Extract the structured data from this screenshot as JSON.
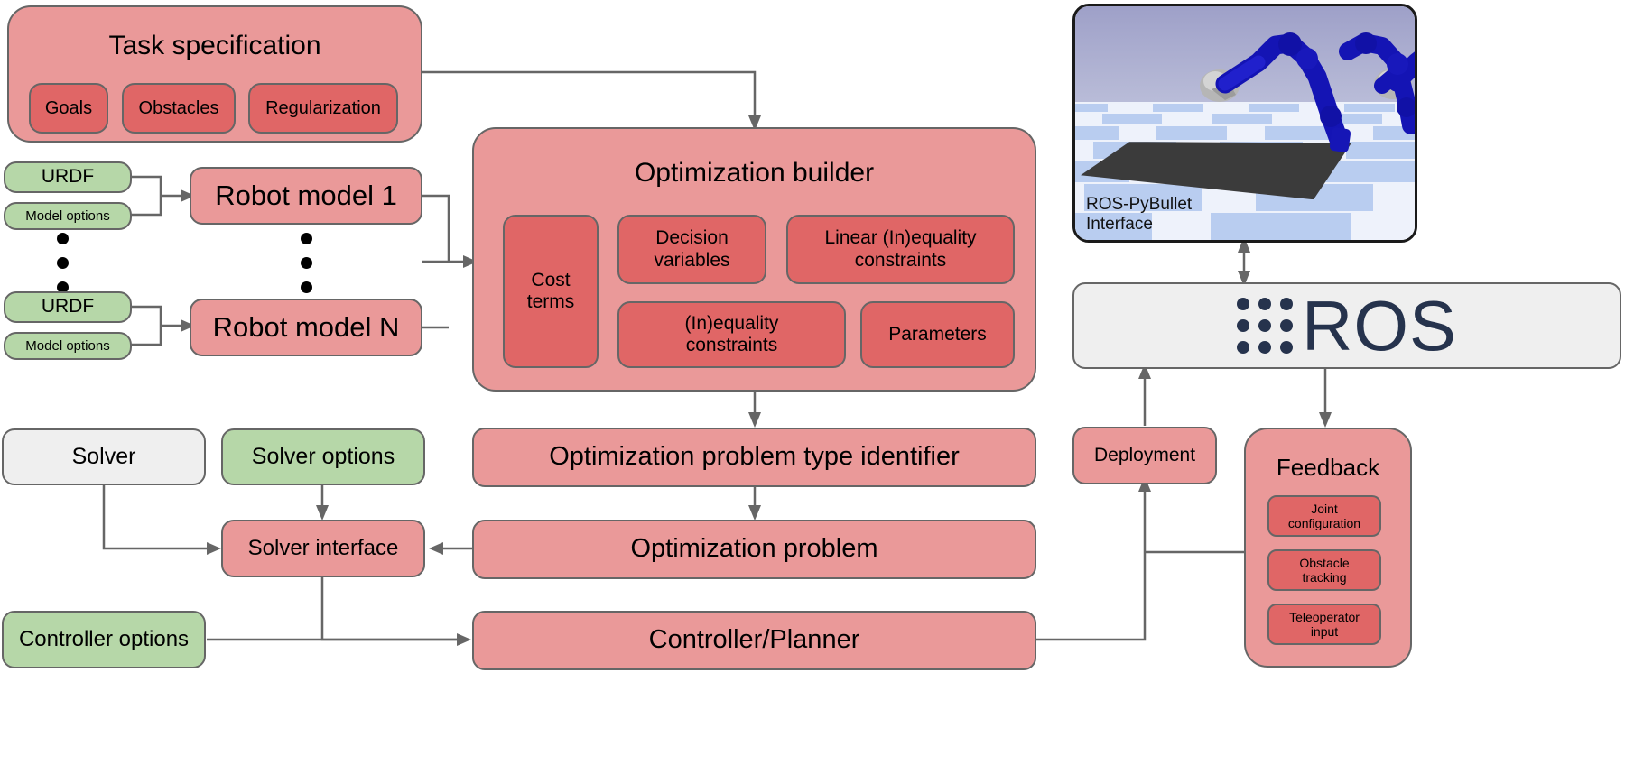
{
  "diagram": {
    "title": "optimization-based robot control framework architecture",
    "colors": {
      "module_fill": "#ea9999",
      "submodule_fill": "#e06666",
      "options_fill": "#b6d7a8",
      "neutral_fill": "#efefef",
      "stroke": "#666666",
      "ros_navy": "#26334d"
    }
  },
  "task_specification": {
    "title": "Task specification",
    "items": [
      "Goals",
      "Obstacles",
      "Regularization"
    ]
  },
  "robot_models": {
    "urdf_label": "URDF",
    "model_options_label": "Model options",
    "first": "Robot model 1",
    "last": "Robot model N",
    "ellipsis": "⋮"
  },
  "optimization_builder": {
    "title": "Optimization builder",
    "items": [
      "Cost terms",
      "Decision variables",
      "Linear (In)equality constraints",
      "(In)equality constraints",
      "Parameters"
    ],
    "cost_terms_line1": "Cost",
    "cost_terms_line2": "terms",
    "decision_line1": "Decision",
    "decision_line2": "variables",
    "linear_line1": "Linear (In)equality",
    "linear_line2": "constraints",
    "ineq_line1": "(In)equality",
    "ineq_line2": "constraints",
    "parameters": "Parameters"
  },
  "pipeline": {
    "type_identifier": "Optimization problem type identifier",
    "problem": "Optimization problem",
    "controller_planner": "Controller/Planner"
  },
  "solver": {
    "solver": "Solver",
    "solver_options": "Solver options",
    "solver_interface": "Solver interface",
    "controller_options": "Controller options"
  },
  "simulation": {
    "caption_line1": "ROS-PyBullet",
    "caption_line2": "Interface"
  },
  "ros": {
    "label": "ROS"
  },
  "deployment": {
    "label": "Deployment"
  },
  "feedback": {
    "title": "Feedback",
    "items": [
      {
        "line1": "Joint",
        "line2": "configuration"
      },
      {
        "line1": "Obstacle",
        "line2": "tracking"
      },
      {
        "line1": "Teleoperator",
        "line2": "input"
      }
    ]
  }
}
